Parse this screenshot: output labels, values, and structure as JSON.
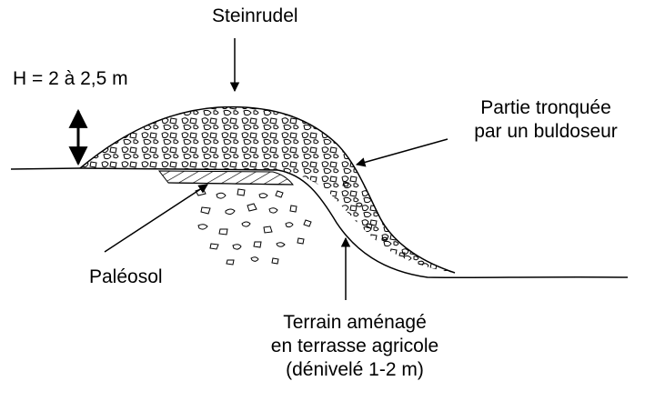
{
  "labels": {
    "steinrudel": "Steinrudel",
    "height": "H = 2 à 2,5 m",
    "truncated_line1": "Partie tronquée",
    "truncated_line2": "par un buldoseur",
    "paleosol": "Paléosol",
    "terrain_line1": "Terrain aménagé",
    "terrain_line2": "en terrasse agricole",
    "terrain_line3": "(dénivelé 1-2 m)"
  },
  "colors": {
    "ink": "#000000",
    "background": "#ffffff"
  }
}
